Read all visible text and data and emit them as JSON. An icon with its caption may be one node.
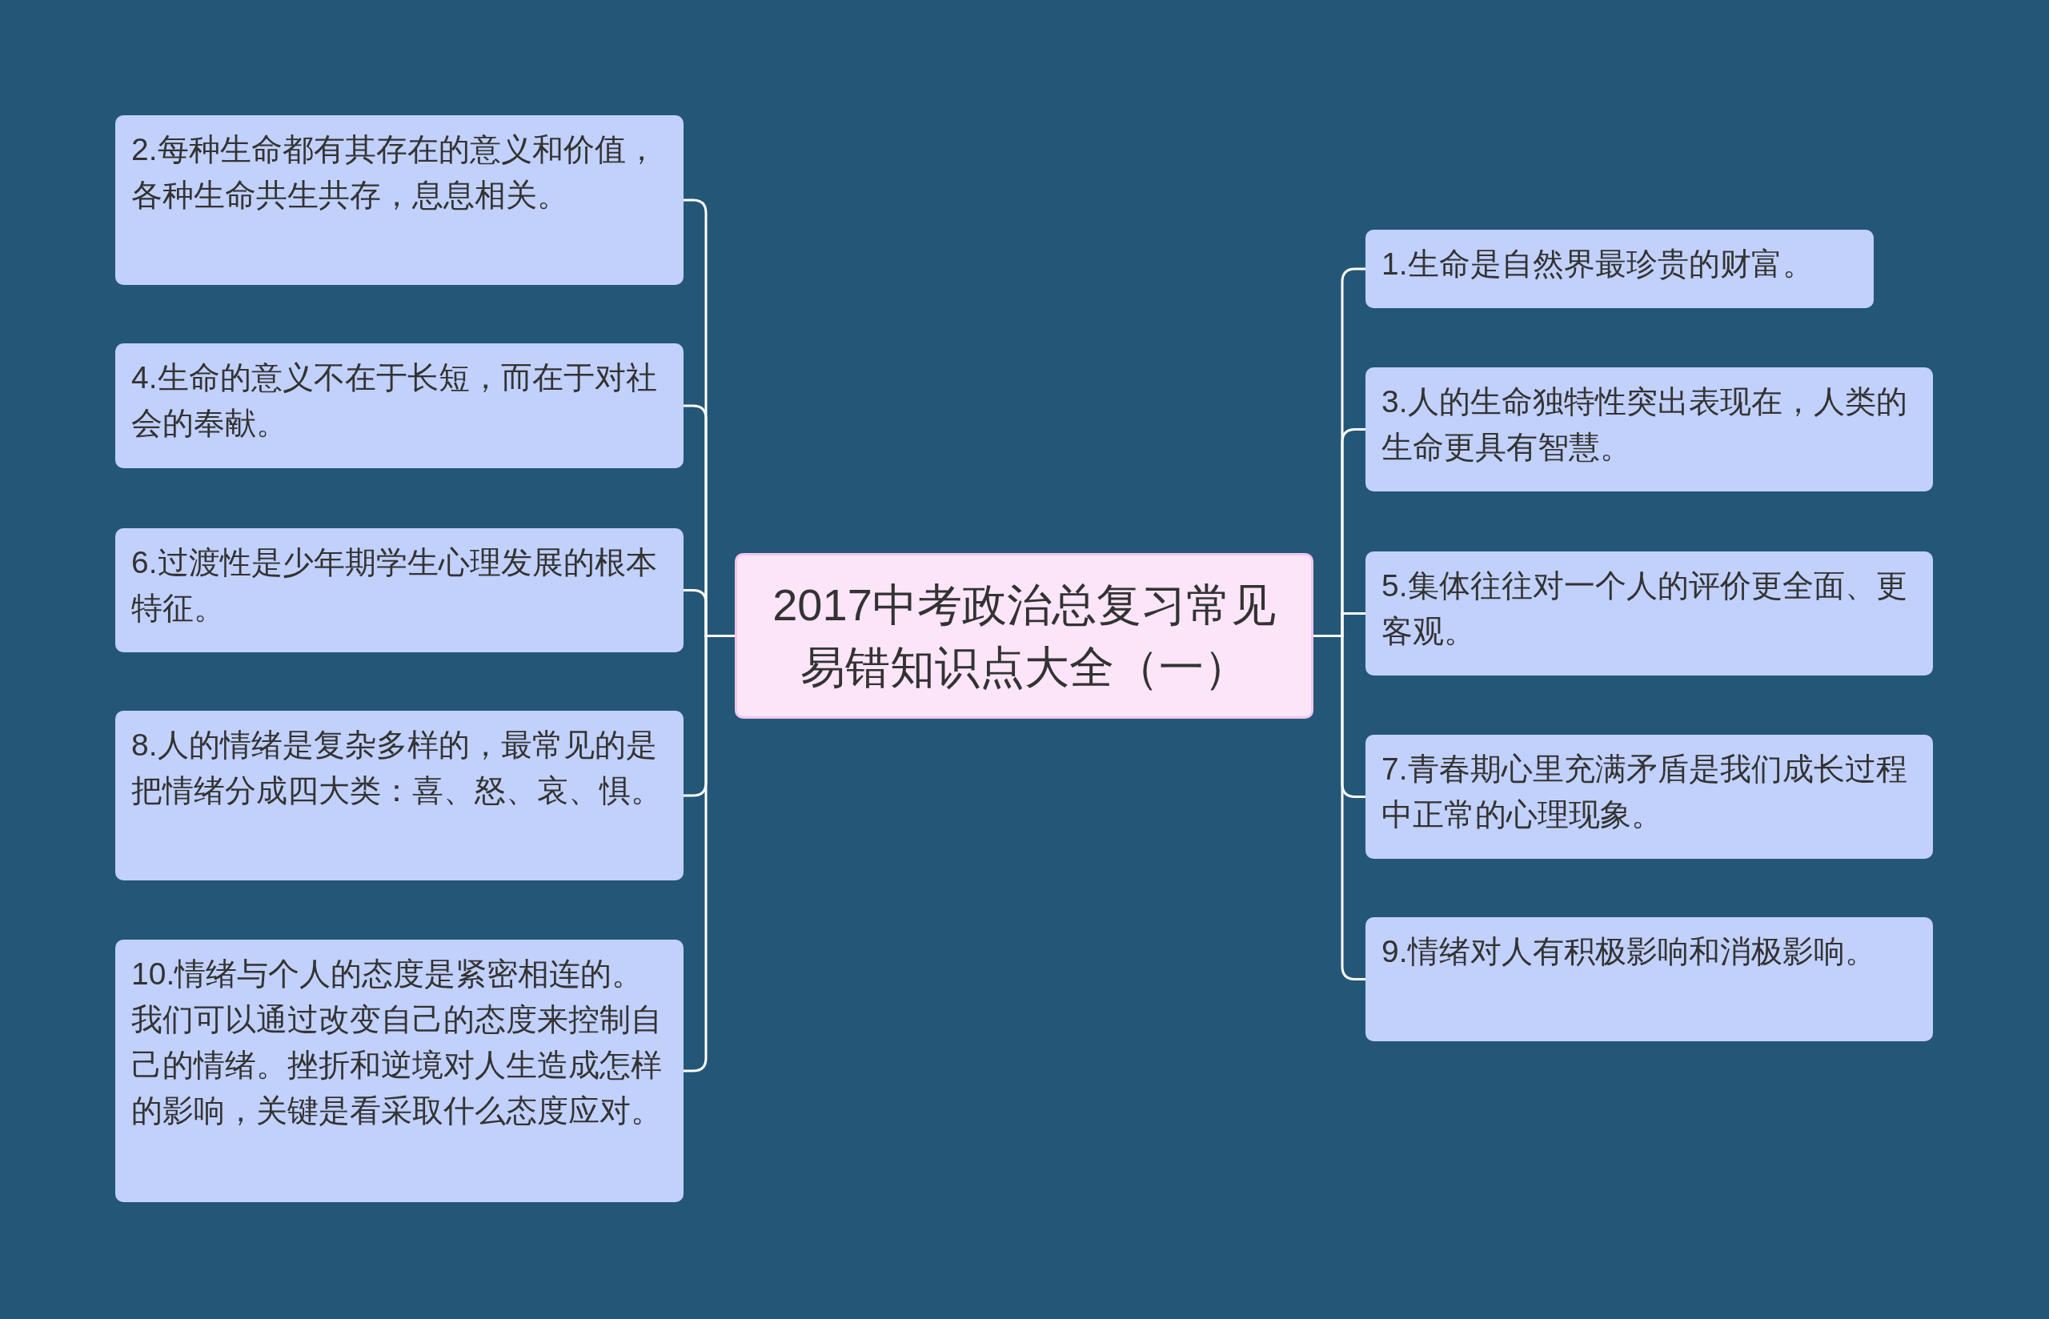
{
  "diagram": {
    "nodes": [
      {
        "text": [
          "2017中考政治总复习常见易错知识点大全（一）"
        ]
      },
      {
        "text": [
          "1.生命是自然界最珍贵的财富。"
        ]
      },
      {
        "text": [
          "2.每种生命都有其存在的意义和价值，各种生命共生共存，息息相关。"
        ]
      },
      {
        "text": [
          "3.人的生命独特性突出表现在，人类的生命更具有智慧。"
        ]
      },
      {
        "text": [
          "4.生命的意义不在于长短，而在于对社会的奉献。"
        ]
      },
      {
        "text": [
          "5.集体往往对一个人的评价更全面、更客观。"
        ]
      },
      {
        "text": [
          "6.过渡性是少年期学生心理发展的根本特征。"
        ]
      },
      {
        "text": [
          "7.青春期心里充满矛盾是我们成长过程中正常的心理现象。"
        ]
      },
      {
        "text": [
          "8.人的情绪是复杂多样的，最常见的是把情绪分成四大类：喜、怒、哀、惧。"
        ]
      },
      {
        "text": [
          "9.情绪对人有积极影响和消极影响。"
        ]
      },
      {
        "text": [
          "10.情绪与个人的态度是紧密相连的。我们可以通过改变自己的态度来控制自己的情绪。挫折和逆境对人生造成怎样的影响，关键是看采取什么态度应对。"
        ]
      }
    ],
    "edges": [
      {
        "from": 0,
        "to": 1,
        "arrow": "none"
      },
      {
        "from": 0,
        "to": 2,
        "arrow": "none"
      },
      {
        "from": 0,
        "to": 3,
        "arrow": "none"
      },
      {
        "from": 0,
        "to": 4,
        "arrow": "none"
      },
      {
        "from": 0,
        "to": 5,
        "arrow": "none"
      },
      {
        "from": 0,
        "to": 6,
        "arrow": "none"
      },
      {
        "from": 0,
        "to": 7,
        "arrow": "none"
      },
      {
        "from": 0,
        "to": 8,
        "arrow": "none"
      },
      {
        "from": 0,
        "to": 9,
        "arrow": "none"
      },
      {
        "from": 0,
        "to": 10,
        "arrow": "none"
      }
    ]
  }
}
